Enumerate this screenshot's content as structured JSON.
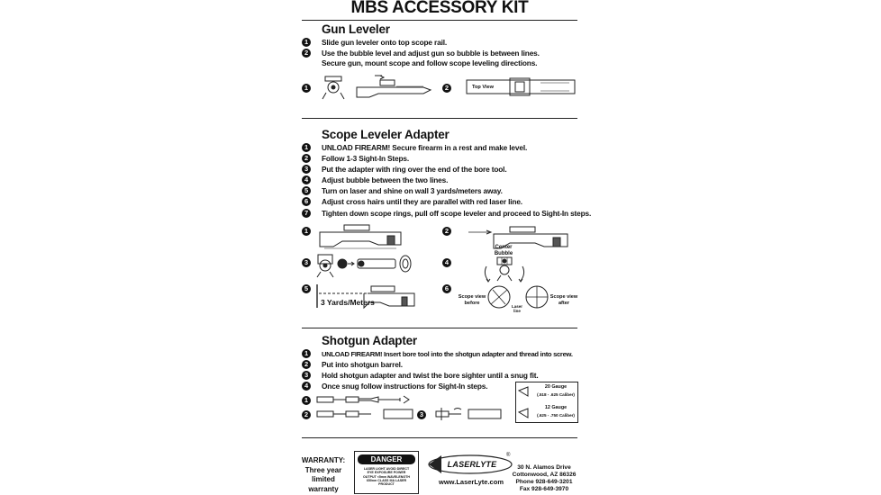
{
  "title": "MBS ACCESSORY KIT",
  "sections": {
    "gun_leveler": {
      "heading": "Gun Leveler",
      "steps": [
        {
          "n": "1",
          "text": "Slide gun leveler onto top scope rail."
        },
        {
          "n": "2",
          "text": "Use the bubble level and adjust gun so bubble is between lines.",
          "text2": "Secure gun, mount scope and follow scope leveling directions."
        }
      ],
      "figures": {
        "n1": "1",
        "n2": "2",
        "top_view": "Top View"
      }
    },
    "scope_leveler": {
      "heading": "Scope Leveler Adapter",
      "steps": [
        {
          "n": "1",
          "text": "UNLOAD FIREARM! Secure firearm in a rest and make level."
        },
        {
          "n": "2",
          "text": "Follow 1-3 Sight-In Steps."
        },
        {
          "n": "3",
          "text": "Put the adapter with ring over the end of the bore tool."
        },
        {
          "n": "4",
          "text": "Adjust bubble between the two lines."
        },
        {
          "n": "5",
          "text": "Turn on laser and shine on wall 3 yards/meters away."
        },
        {
          "n": "6",
          "text": "Adjust cross hairs until they are parallel with red laser line."
        },
        {
          "n": "7",
          "text": "Tighten down scope rings, pull off scope leveler and proceed to Sight-In steps."
        }
      ],
      "figures": {
        "n1": "1",
        "n2": "2",
        "n3": "3",
        "n4": "4",
        "n5": "5",
        "n6": "6",
        "center_bubble": "Center Bubble",
        "yards": "3 Yards/Meters",
        "scope_before": "Scope view before",
        "scope_after": "Scope view after",
        "laser_line": "Laser line"
      }
    },
    "shotgun": {
      "heading": "Shotgun  Adapter",
      "steps": [
        {
          "n": "1",
          "text": "UNLOAD FIREARM! Insert bore tool into the shotgun adapter and thread into screw."
        },
        {
          "n": "2",
          "text": "Put into shotgun barrel."
        },
        {
          "n": "3",
          "text": "Hold shotgun adapter and twist the bore sighter until a snug fit."
        },
        {
          "n": "4",
          "text": "Once snug follow instructions for Sight-In steps."
        }
      ],
      "figures": {
        "n1": "1",
        "n2": "2",
        "n3": "3",
        "gauge20": "20 Gauge",
        "gauge20_range": "(.518 - .625 Caliber)",
        "gauge12": "12 Gauge",
        "gauge12_range": "(.625 - .750 Caliber)"
      }
    }
  },
  "footer": {
    "warranty_l1": "WARRANTY:",
    "warranty_l2": "Three year",
    "warranty_l3": "limited warranty",
    "danger": "DANGER",
    "danger_text": "LASER LIGHT AVOID DIRECT EYE EXPOSURE POWER OUTPUT <5mw WAVELENGTH 650nm CLASS IIIA LASER PRODUCT",
    "brand": "LASERLYTE",
    "website": "www.LaserLyte.com",
    "addr1": "30 N. Alamos Drive",
    "addr2": "Cottonwood, AZ 86326",
    "phone": "Phone 928-649-3201",
    "fax": "Fax 928-649-3970"
  }
}
